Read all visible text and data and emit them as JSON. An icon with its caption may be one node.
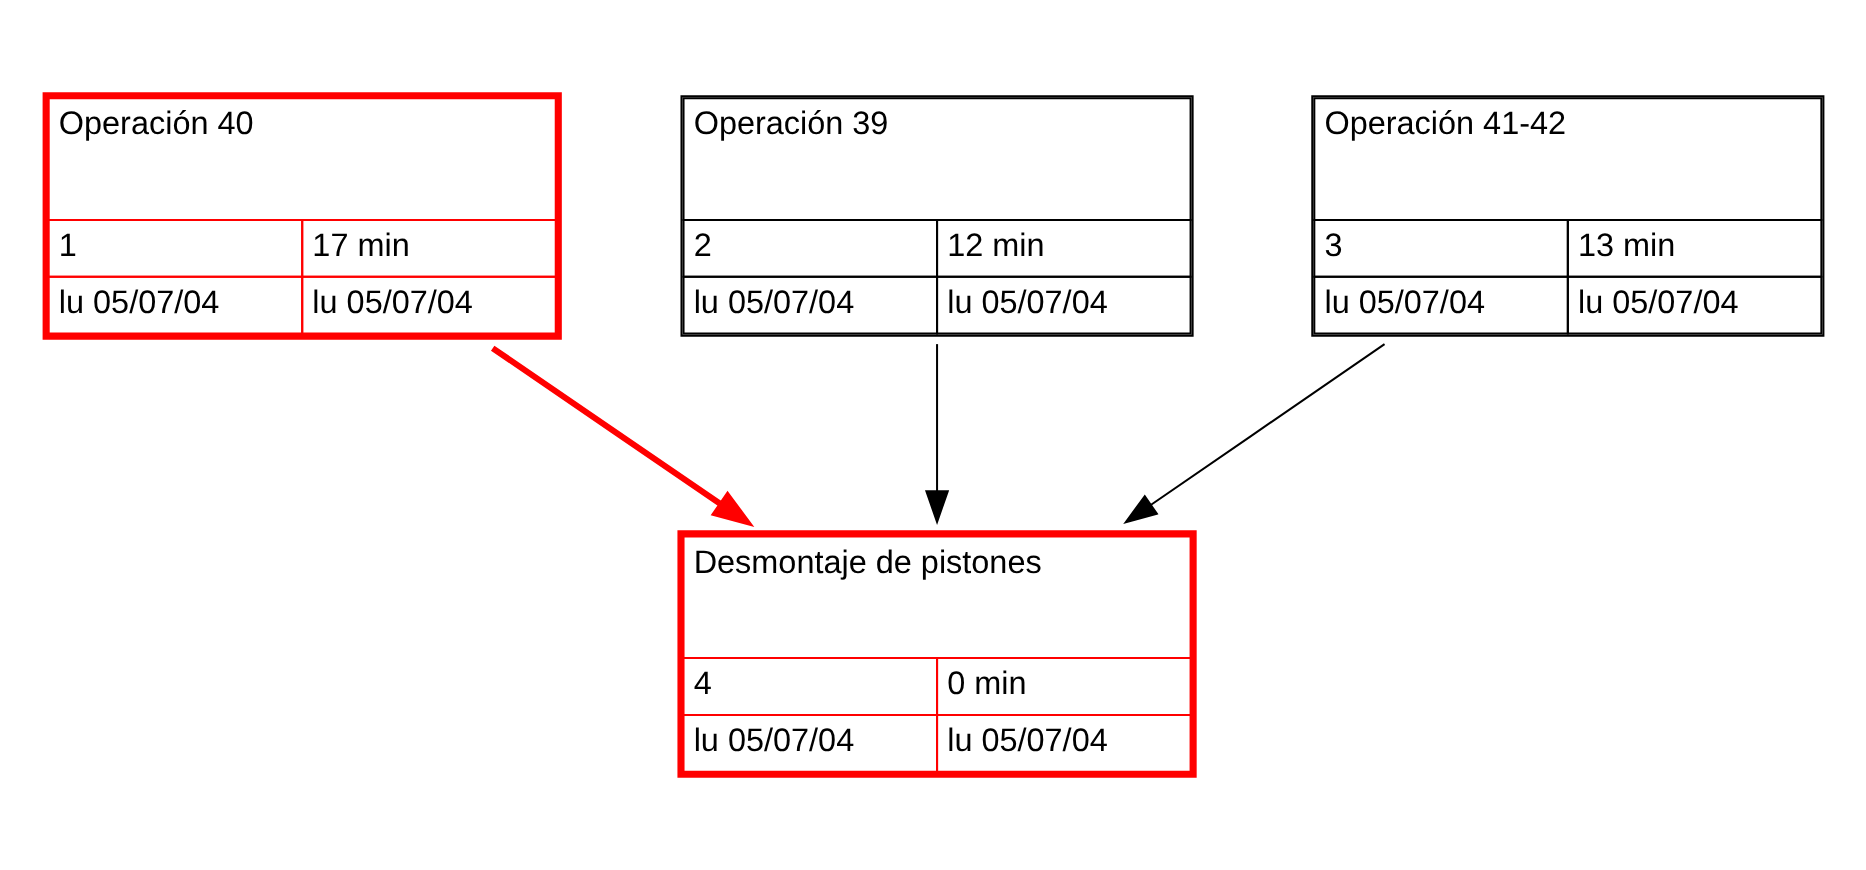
{
  "diagram": {
    "nodes": [
      {
        "text": [
          "Operación 40",
          "1",
          "17 min",
          "lu 05/07/04",
          "lu 05/07/04"
        ]
      },
      {
        "text": [
          "Operación 39",
          "2",
          "12 min",
          "lu 05/07/04",
          "lu 05/07/04"
        ]
      },
      {
        "text": [
          "Operación 41-42",
          "3",
          "13 min",
          "lu 05/07/04",
          "lu 05/07/04"
        ]
      },
      {
        "text": [
          "Desmontaje de pistones",
          "4",
          "0 min",
          "lu 05/07/04",
          "lu 05/07/04"
        ]
      }
    ],
    "edges": [
      {
        "from": 0,
        "to": 3,
        "arrow": "to",
        "style": "thick",
        "color": "#ff0000"
      },
      {
        "from": 1,
        "to": 3,
        "arrow": "to"
      },
      {
        "from": 2,
        "to": 3,
        "arrow": "to"
      }
    ]
  }
}
